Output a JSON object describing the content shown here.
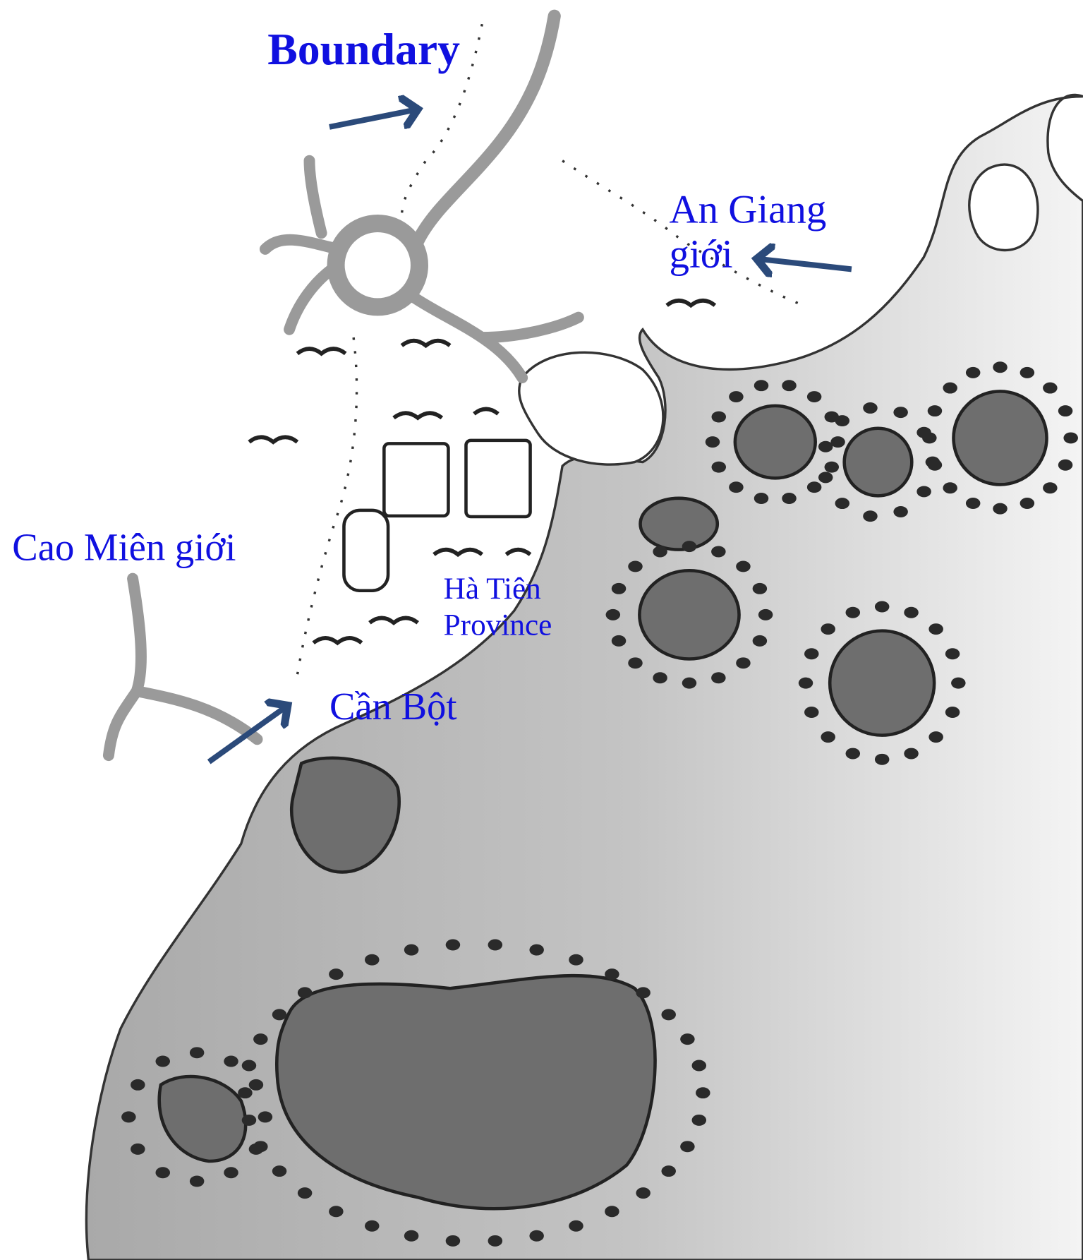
{
  "map": {
    "colors": {
      "label": "#1010e0",
      "arrow": "#2b4a7a",
      "sea": "#b9b9b9",
      "island": "#6e6e6e",
      "ink": "#222222"
    },
    "annotations": {
      "boundary": "Boundary",
      "an_giang_line1": "An Giang",
      "an_giang_line2": "giới",
      "cao_mien": "Cao Miên giới",
      "ha_tien_line1": "Hà Tiên",
      "ha_tien_line2": "Province",
      "can_bot": "Cần Bột"
    },
    "arrows": [
      "arrow-to-boundary",
      "arrow-to-an-giang",
      "arrow-to-can-bot"
    ]
  }
}
